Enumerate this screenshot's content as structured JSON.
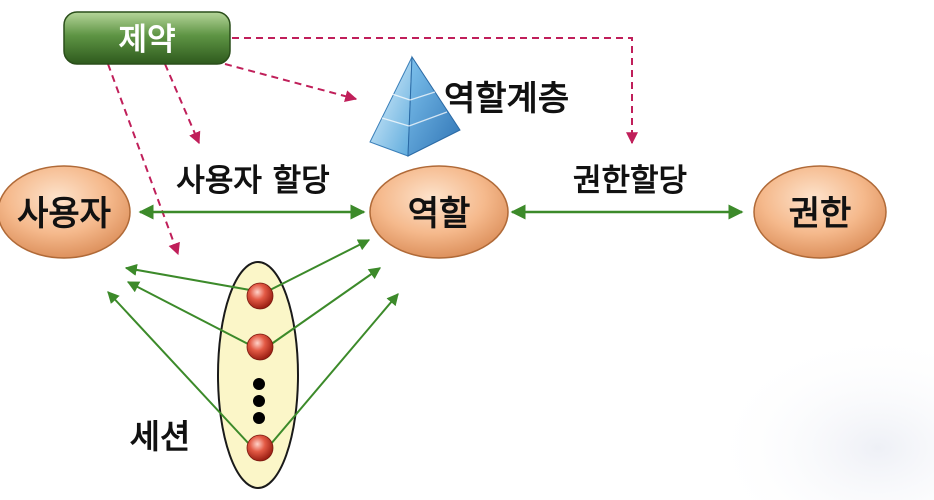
{
  "nodes": {
    "constraint": "제약",
    "role_hierarchy": "역할계층",
    "user": "사용자",
    "role": "역할",
    "permission": "권한",
    "session": "세션"
  },
  "relations": {
    "user_assignment": "사용자 할당",
    "permission_assignment": "권한할당"
  },
  "colors": {
    "node_fill": "#f5b98c",
    "constraint_fill": "#4b7b35",
    "arrow_green": "#3c8a2a",
    "dashed_crimson": "#c01f5a",
    "session_fill": "#fbf6c8",
    "session_dot": "#d23420"
  }
}
